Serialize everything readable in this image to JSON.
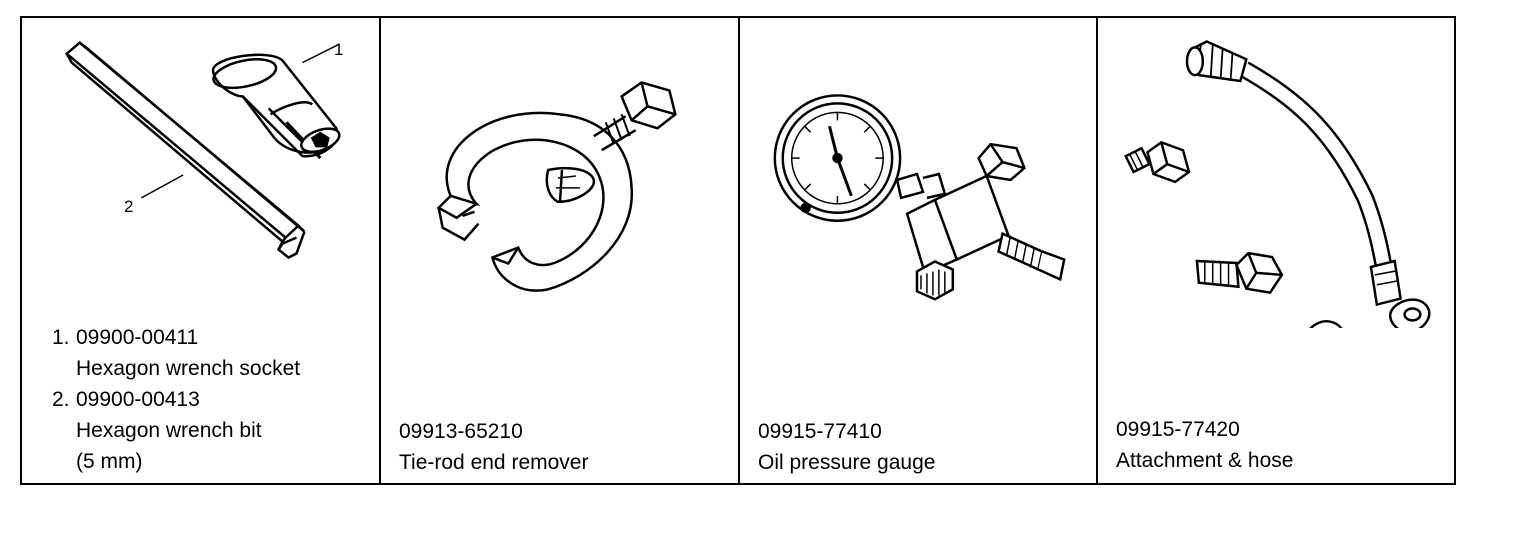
{
  "tools": [
    {
      "items": [
        {
          "num": "1.",
          "part": "09900-00411",
          "name": "Hexagon wrench socket"
        },
        {
          "num": "2.",
          "part": "09900-00413",
          "name": "Hexagon wrench bit",
          "note": "(5 mm)"
        }
      ],
      "callouts": [
        "1",
        "2"
      ],
      "icon": "hexagon-wrench-icon"
    },
    {
      "part": "09913-65210",
      "name": "Tie-rod end remover",
      "icon": "tie-rod-end-remover-icon"
    },
    {
      "part": "09915-77410",
      "name": "Oil pressure gauge",
      "icon": "oil-pressure-gauge-icon"
    },
    {
      "part": "09915-77420",
      "name": "Attachment & hose",
      "icon": "attachment-hose-icon"
    }
  ]
}
